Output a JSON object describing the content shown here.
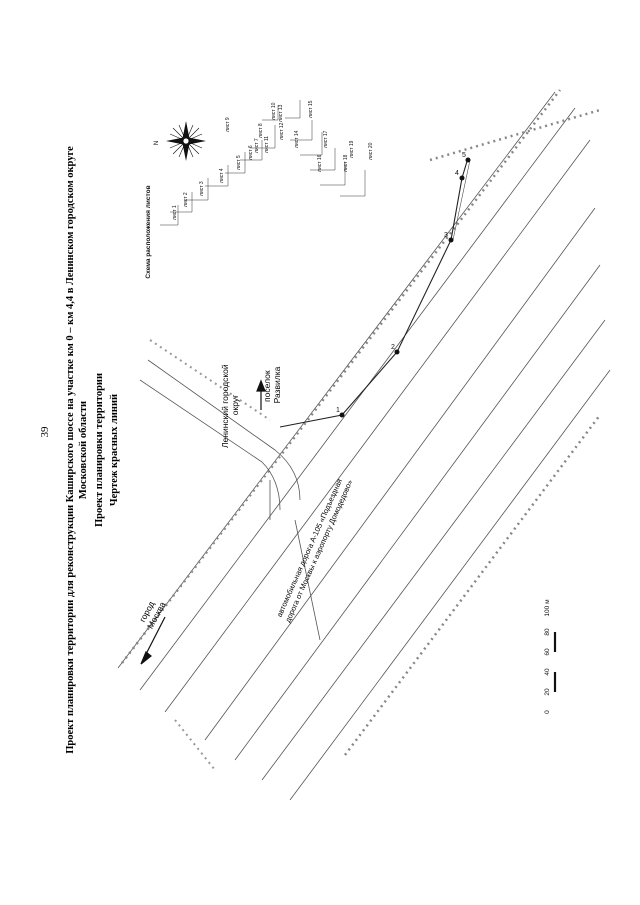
{
  "page_number": "39",
  "title": {
    "line1": "Проект планировки территории для реконструкции Каширского шоссе на участке км 0 – км 4,4 в Ленинском городском округе",
    "line2": "Московской области",
    "line3": "Проект планировки территории",
    "line4": "Чертеж красных линий"
  },
  "map_labels": {
    "moscow_dir": [
      "город",
      "Москва"
    ],
    "razvilka_dir": [
      "поселок",
      "Развилка"
    ],
    "district": [
      "Ленинский городской",
      "округ"
    ],
    "road": [
      "автомобильная дорога А-105 «Подъездная",
      "дорога от Москвы к аэропорту Домодедово»"
    ]
  },
  "red_line_points": [
    "1",
    "2",
    "3",
    "4",
    "5"
  ],
  "sheet_scheme": {
    "title": "Схема расположения листов",
    "sheets": [
      "лист 1",
      "лист 2",
      "лист 3",
      "лист 4",
      "лист 5",
      "лист 6",
      "лист 7",
      "лист 8",
      "лист 9",
      "лист 10",
      "лист 11",
      "лист 12",
      "лист 13",
      "лист 14",
      "лист 15",
      "лист 16",
      "лист 17",
      "лист 18",
      "лист 19",
      "лист 20"
    ],
    "compass_north": "N"
  },
  "scale_bar": {
    "ticks": [
      "0",
      "20",
      "40",
      "60",
      "80",
      "100 м"
    ]
  },
  "colors": {
    "ink": "#111111",
    "road": "#555555",
    "trees": "#888888",
    "red_line": "#222222"
  }
}
